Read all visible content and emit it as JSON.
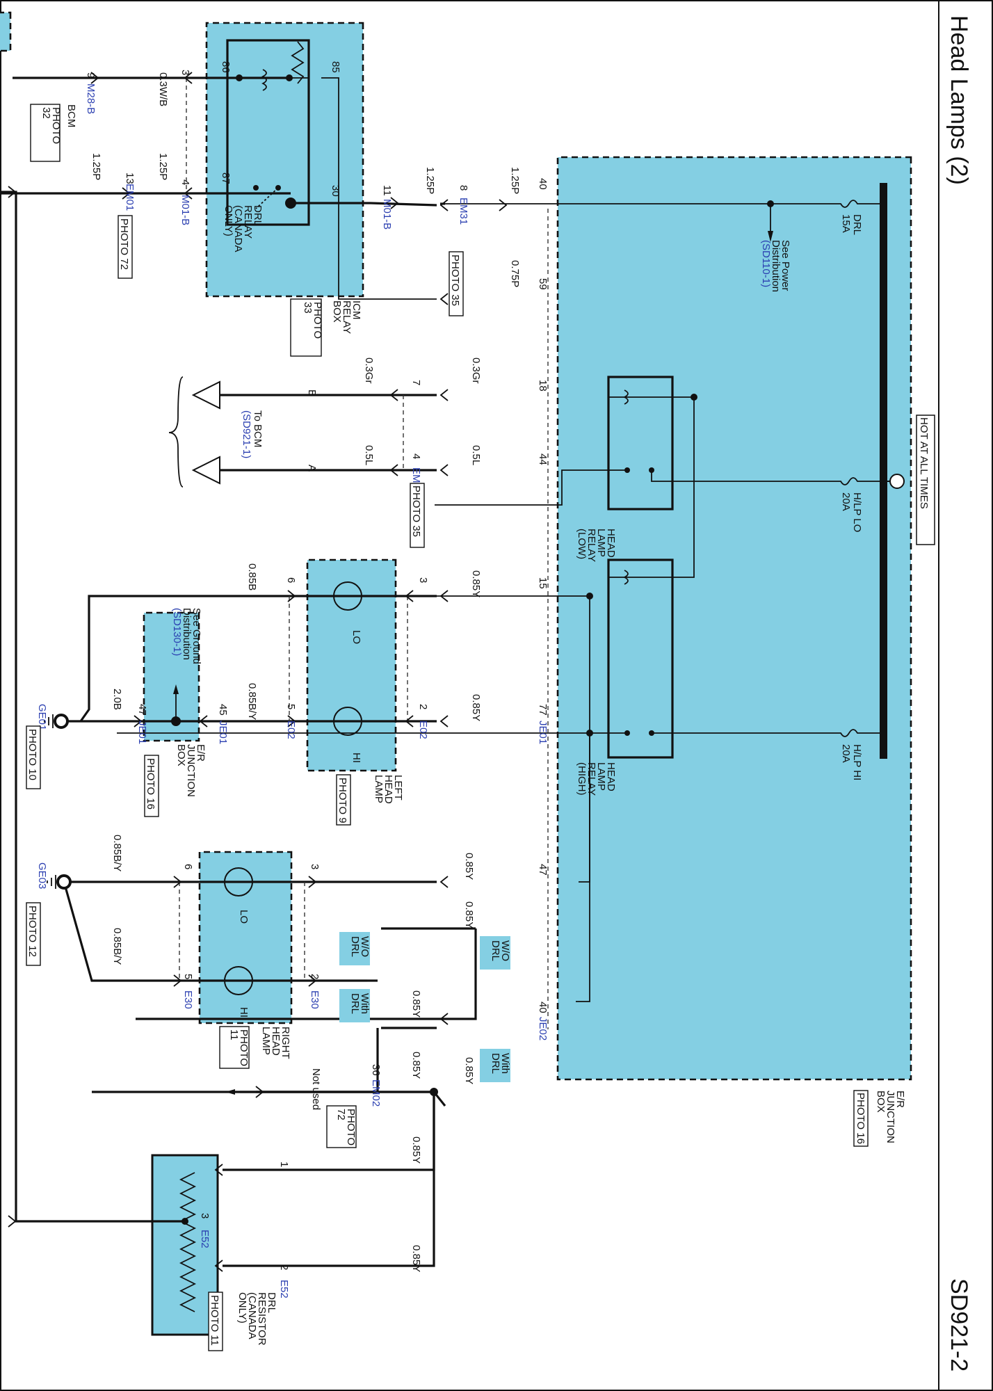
{
  "page": {
    "title": "Head Lamps (2)",
    "code": "SD921-2",
    "banner": "HOT AT ALL TIMES"
  },
  "fuses": {
    "drl": [
      "DRL",
      "15A"
    ],
    "hlp_lo": [
      "H/LP LO",
      "20A"
    ],
    "hlp_hi": [
      "H/LP HI",
      "20A"
    ]
  },
  "refs": {
    "power": [
      "See Power",
      "Distribution",
      "(SD110-1)"
    ],
    "ground": [
      "See Ground",
      "Distribution",
      "(SD130-1)"
    ],
    "to_bcm": [
      "To BCM",
      "(SD921-1)"
    ],
    "not_used": "Not used"
  },
  "components": {
    "bcm": {
      "lines": [
        "BCM"
      ],
      "photo": [
        "PHOTO",
        "32"
      ]
    },
    "icm_relay_box": {
      "lines": [
        "ICM",
        "RELAY",
        "BOX"
      ],
      "photo": [
        "PHOTO",
        "33"
      ]
    },
    "drl_relay": [
      "DRL",
      "RELAY",
      "(CANADA",
      "ONLY)"
    ],
    "er_junction_box": {
      "lines": [
        "E/R",
        "JUNCTION",
        "BOX"
      ],
      "photo": "PHOTO 16"
    },
    "er_junction_box_small": {
      "lines": [
        "E/R",
        "JUNCTION",
        "BOX"
      ],
      "photo": [
        "PHOTO 16"
      ]
    },
    "relay_low": [
      "HEAD",
      "LAMP",
      "RELAY",
      "(LOW)"
    ],
    "relay_high": [
      "HEAD",
      "LAMP",
      "RELAY",
      "(HIGH)"
    ],
    "left_head_lamp": {
      "lines": [
        "LEFT",
        "HEAD",
        "LAMP"
      ],
      "photo": [
        "PHOTO 9"
      ]
    },
    "right_head_lamp": {
      "lines": [
        "RIGHT",
        "HEAD",
        "LAMP"
      ],
      "photo": [
        "PHOTO",
        "11"
      ]
    },
    "drl_resistor": {
      "lines": [
        "DRL",
        "RESISTOR",
        "(CANADA",
        "ONLY)"
      ],
      "photo": [
        "PHOTO 11"
      ]
    }
  },
  "lamp_labels": {
    "lo": "LO",
    "hi": "HI"
  },
  "connectors": {
    "m28b": "M28-B",
    "m01b_top": "M01-B",
    "m01b_right": "M01-B",
    "em01": "EM01",
    "em31": "EM31",
    "em21": "EM21",
    "em02": "EM02",
    "e02_left": "E02",
    "e02_right": "E02",
    "je01_a": "JE01",
    "je01_b": "JE01",
    "je01_c": "JE01",
    "ge01": "GE01",
    "ge03": "GE03",
    "e30_a": "E30",
    "e30_b": "E30",
    "je02": "JE02",
    "e52_a": "E52",
    "e52_b": "E52"
  },
  "photos": {
    "em01": "PHOTO 72",
    "em31": "PHOTO 35",
    "em21": "PHOTO 35",
    "em02": [
      "PHOTO",
      "72"
    ],
    "ge01": "PHOTO 10",
    "ge03": "PHOTO 12"
  },
  "pins": {
    "p9": "9",
    "p3": "3",
    "p86": "86",
    "p85": "85",
    "p87": "87",
    "p30": "30",
    "p4": "4",
    "p13": "13",
    "p11": "11",
    "p8": "8",
    "p40a": "40",
    "p59": "59",
    "p18": "18",
    "p7": "7",
    "p44": "44",
    "p4b": "4",
    "p15": "15",
    "p3b": "3",
    "p6": "6",
    "p77": "77",
    "p2": "2",
    "p5": "5",
    "p45": "45",
    "p47a": "47",
    "p47b": "47",
    "p3c": "3",
    "p6b": "6",
    "p40b": "40",
    "p2b": "2",
    "p5b": "5",
    "p36": "36",
    "p1": "1",
    "p3d": "3",
    "p2c": "2"
  },
  "wires": {
    "w03wb": "0.3W/B",
    "w125p_a": "1.25P",
    "w125p_b": "1.25P",
    "w125p_c": "1.25P",
    "w125p_d": "1.25P",
    "w075p": "0.75P",
    "w03gr_a": "0.3Gr",
    "w03gr_b": "0.3Gr",
    "w05l_a": "0.5L",
    "w05l_b": "0.5L",
    "w085b": "0.85B",
    "w085y_a": "0.85Y",
    "w085y_b": "0.85Y",
    "w085by_a": "0.85B/Y",
    "w20b": "2.0B",
    "w085y_c": "0.85Y",
    "w085y_d": "0.85Y",
    "w085by_b": "0.85B/Y",
    "w085by_c": "0.85B/Y",
    "w085y_e": "0.85Y",
    "w085y_f": "0.85Y",
    "w085y_g": "0.85Y",
    "w085y_h": "0.85Y",
    "w085y_i": "0.85Y"
  },
  "options": {
    "wo_drl_a": [
      "W/O",
      "DRL"
    ],
    "wo_drl_b": [
      "W/O",
      "DRL"
    ],
    "with_drl_a": [
      "With",
      "DRL"
    ],
    "with_drl_b": [
      "With",
      "DRL"
    ]
  },
  "triangles": {
    "a": "A",
    "b": "B"
  }
}
